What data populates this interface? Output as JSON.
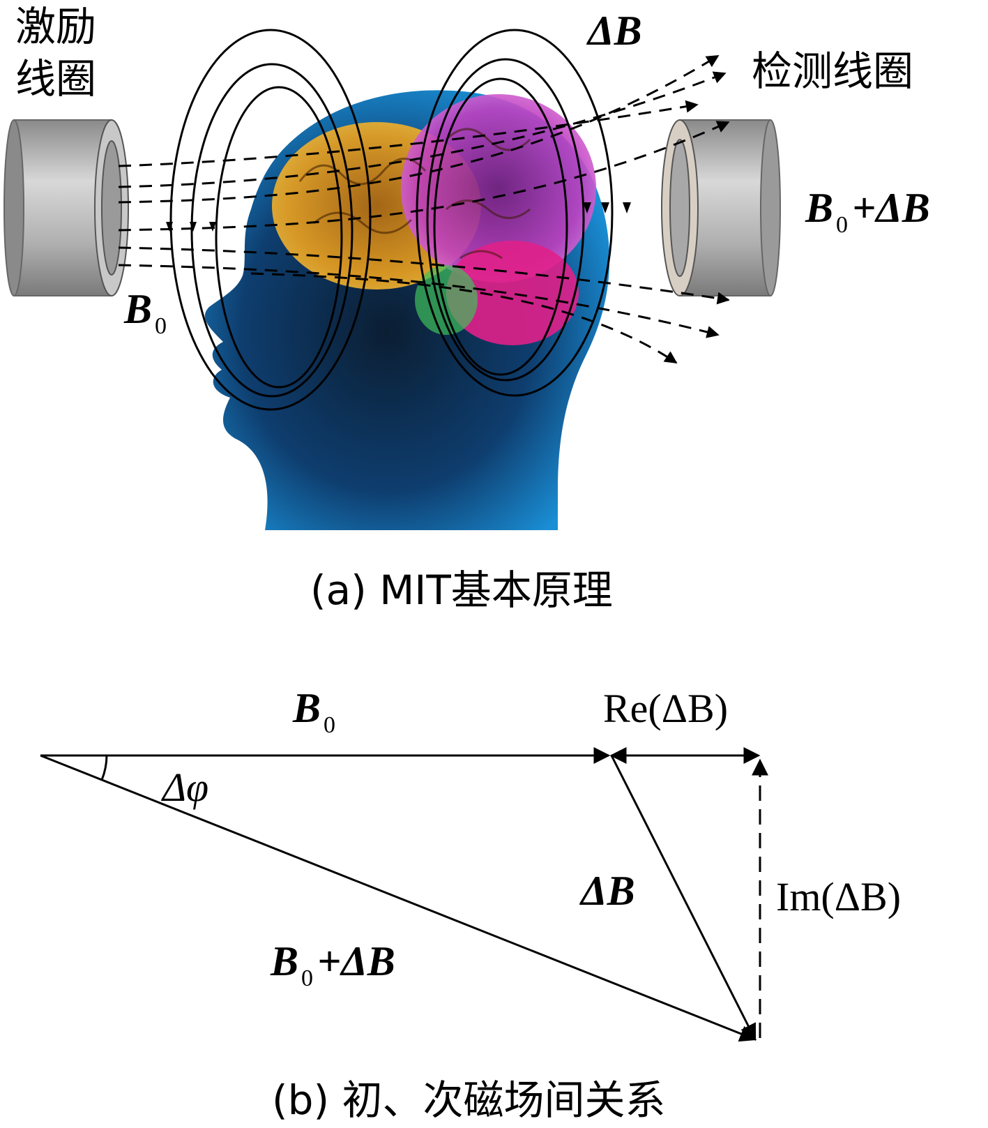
{
  "panel_a": {
    "coil_exc_line1": "激励",
    "coil_exc_line2": "线圈",
    "coil_det": "检测线圈",
    "label_B0": "B",
    "label_B0_sub": "0",
    "label_dB": "ΔB",
    "label_sum_B": "B",
    "label_sum_sub": "0",
    "label_sum_rest": "+ΔB",
    "caption": "(a) MIT基本原理"
  },
  "panel_b": {
    "label_B0": "B",
    "label_B0_sub": "0",
    "label_re": "Re(ΔB)",
    "label_dphi": "Δφ",
    "label_dB": "ΔB",
    "label_im": "Im(ΔB)",
    "label_sum_B": "B",
    "label_sum_sub": "0",
    "label_sum_rest": "+ΔB",
    "caption": "(b) 初、次磁场间关系"
  },
  "colors": {
    "ink": "#000000",
    "coil_gray": "#bdbdbd",
    "head_blue": "#1a8fd6",
    "brain_orange": "#e8a020",
    "brain_pink": "#c040c0"
  }
}
